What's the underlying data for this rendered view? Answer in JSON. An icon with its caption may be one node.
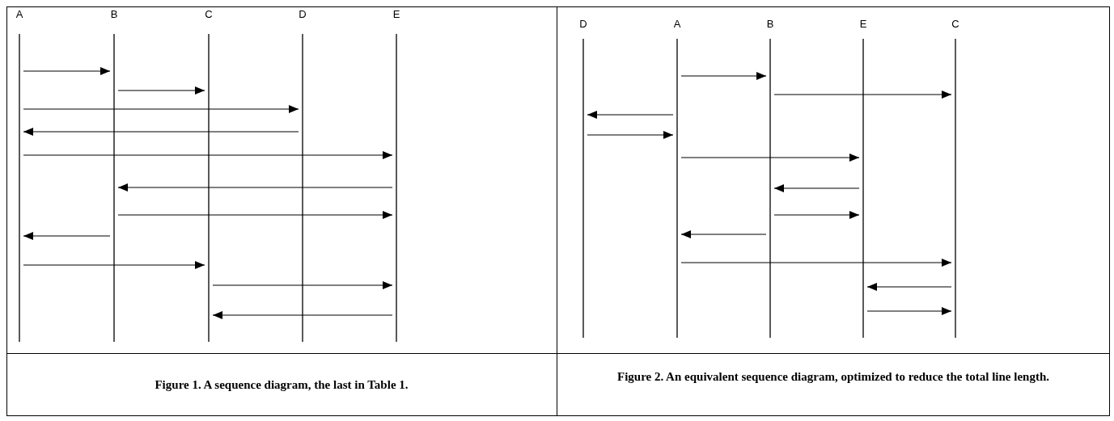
{
  "diagram": {
    "nodes": [
      {
        "text": [
          "A"
        ]
      },
      {
        "text": [
          "B"
        ]
      },
      {
        "text": [
          "C"
        ]
      },
      {
        "text": [
          "D"
        ]
      },
      {
        "text": [
          "E"
        ]
      },
      {
        "text": [
          "D"
        ]
      },
      {
        "text": [
          "A"
        ]
      },
      {
        "text": [
          "B"
        ]
      },
      {
        "text": [
          "E"
        ]
      },
      {
        "text": [
          "C"
        ]
      }
    ],
    "edges": [
      {
        "from": 0,
        "to": 1,
        "arrow": "to"
      },
      {
        "from": 1,
        "to": 2,
        "arrow": "to"
      },
      {
        "from": 0,
        "to": 3,
        "arrow": "to"
      },
      {
        "from": 3,
        "to": 0,
        "arrow": "to"
      },
      {
        "from": 0,
        "to": 4,
        "arrow": "to"
      },
      {
        "from": 4,
        "to": 1,
        "arrow": "to"
      },
      {
        "from": 1,
        "to": 4,
        "arrow": "to"
      },
      {
        "from": 1,
        "to": 0,
        "arrow": "to"
      },
      {
        "from": 0,
        "to": 2,
        "arrow": "to"
      },
      {
        "from": 2,
        "to": 4,
        "arrow": "to"
      },
      {
        "from": 4,
        "to": 2,
        "arrow": "to"
      },
      {
        "from": 6,
        "to": 7,
        "arrow": "to"
      },
      {
        "from": 7,
        "to": 9,
        "arrow": "to"
      },
      {
        "from": 6,
        "to": 5,
        "arrow": "to"
      },
      {
        "from": 5,
        "to": 6,
        "arrow": "to"
      },
      {
        "from": 6,
        "to": 8,
        "arrow": "to"
      },
      {
        "from": 8,
        "to": 7,
        "arrow": "to"
      },
      {
        "from": 7,
        "to": 8,
        "arrow": "to"
      },
      {
        "from": 7,
        "to": 6,
        "arrow": "to"
      },
      {
        "from": 6,
        "to": 9,
        "arrow": "to"
      },
      {
        "from": 9,
        "to": 8,
        "arrow": "to"
      },
      {
        "from": 8,
        "to": 9,
        "arrow": "to"
      }
    ],
    "labels": [
      "Figure 1. A sequence diagram, the last in Table 1.",
      "Figure 2. An equivalent sequence diagram, optimized to reduce the total line length."
    ]
  }
}
